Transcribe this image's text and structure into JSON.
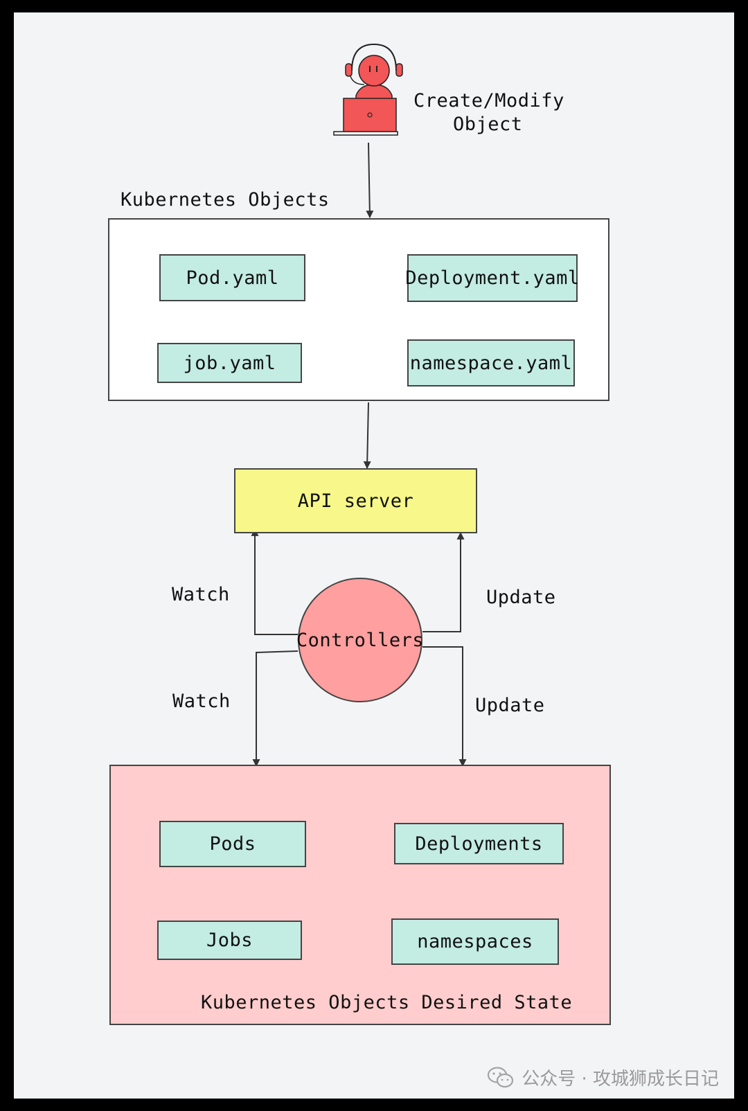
{
  "colors": {
    "background": "#f3f4f6",
    "file_box": "#c3ece3",
    "api_server": "#f7f78a",
    "controllers": "#ff9f9f",
    "desired_state_panel": "#ffcdcd",
    "user_icon": "#f25656",
    "stroke": "#333333"
  },
  "user": {
    "icon": "user-at-laptop-icon",
    "label_line1": "Create/Modify",
    "label_line2": "Object"
  },
  "objects_group": {
    "title": "Kubernetes Objects",
    "items": [
      "Pod.yaml",
      "Deployment.yaml",
      "job.yaml",
      "namespace.yaml"
    ]
  },
  "api_server": {
    "label": "API server"
  },
  "controllers": {
    "label": "Controllers"
  },
  "edges": {
    "watch_api": "Watch",
    "update_api": "Update",
    "watch_state": "Watch",
    "update_state": "Update"
  },
  "desired_state_group": {
    "title": "Kubernetes Objects Desired State",
    "items": [
      "Pods",
      "Deployments",
      "Jobs",
      "namespaces"
    ]
  },
  "watermark": {
    "icon": "wechat-icon",
    "text": "公众号 · 攻城狮成长日记"
  }
}
